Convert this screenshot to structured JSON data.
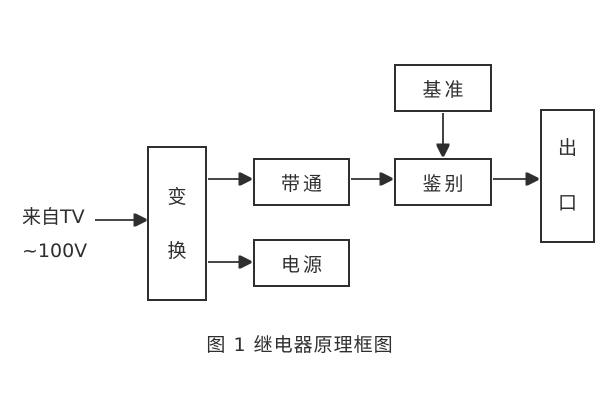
{
  "diagram": {
    "source_label": {
      "line1": "来自TV",
      "line2": "~100V"
    },
    "blocks": {
      "transform": {
        "label": "变换"
      },
      "bandpass": {
        "label": "带通"
      },
      "power": {
        "label": "电源"
      },
      "reference": {
        "label": "基准"
      },
      "discriminator": {
        "label": "鉴别"
      },
      "output": {
        "label": "出口"
      }
    },
    "edges": [
      {
        "from": "source",
        "to": "transform"
      },
      {
        "from": "transform",
        "to": "bandpass"
      },
      {
        "from": "transform",
        "to": "power"
      },
      {
        "from": "bandpass",
        "to": "discriminator"
      },
      {
        "from": "reference",
        "to": "discriminator"
      },
      {
        "from": "discriminator",
        "to": "output"
      }
    ],
    "caption": "图 1  继电器原理框图"
  },
  "colors": {
    "line": "#2f2f2f",
    "text": "#2f2f2f",
    "background": "#ffffff"
  }
}
